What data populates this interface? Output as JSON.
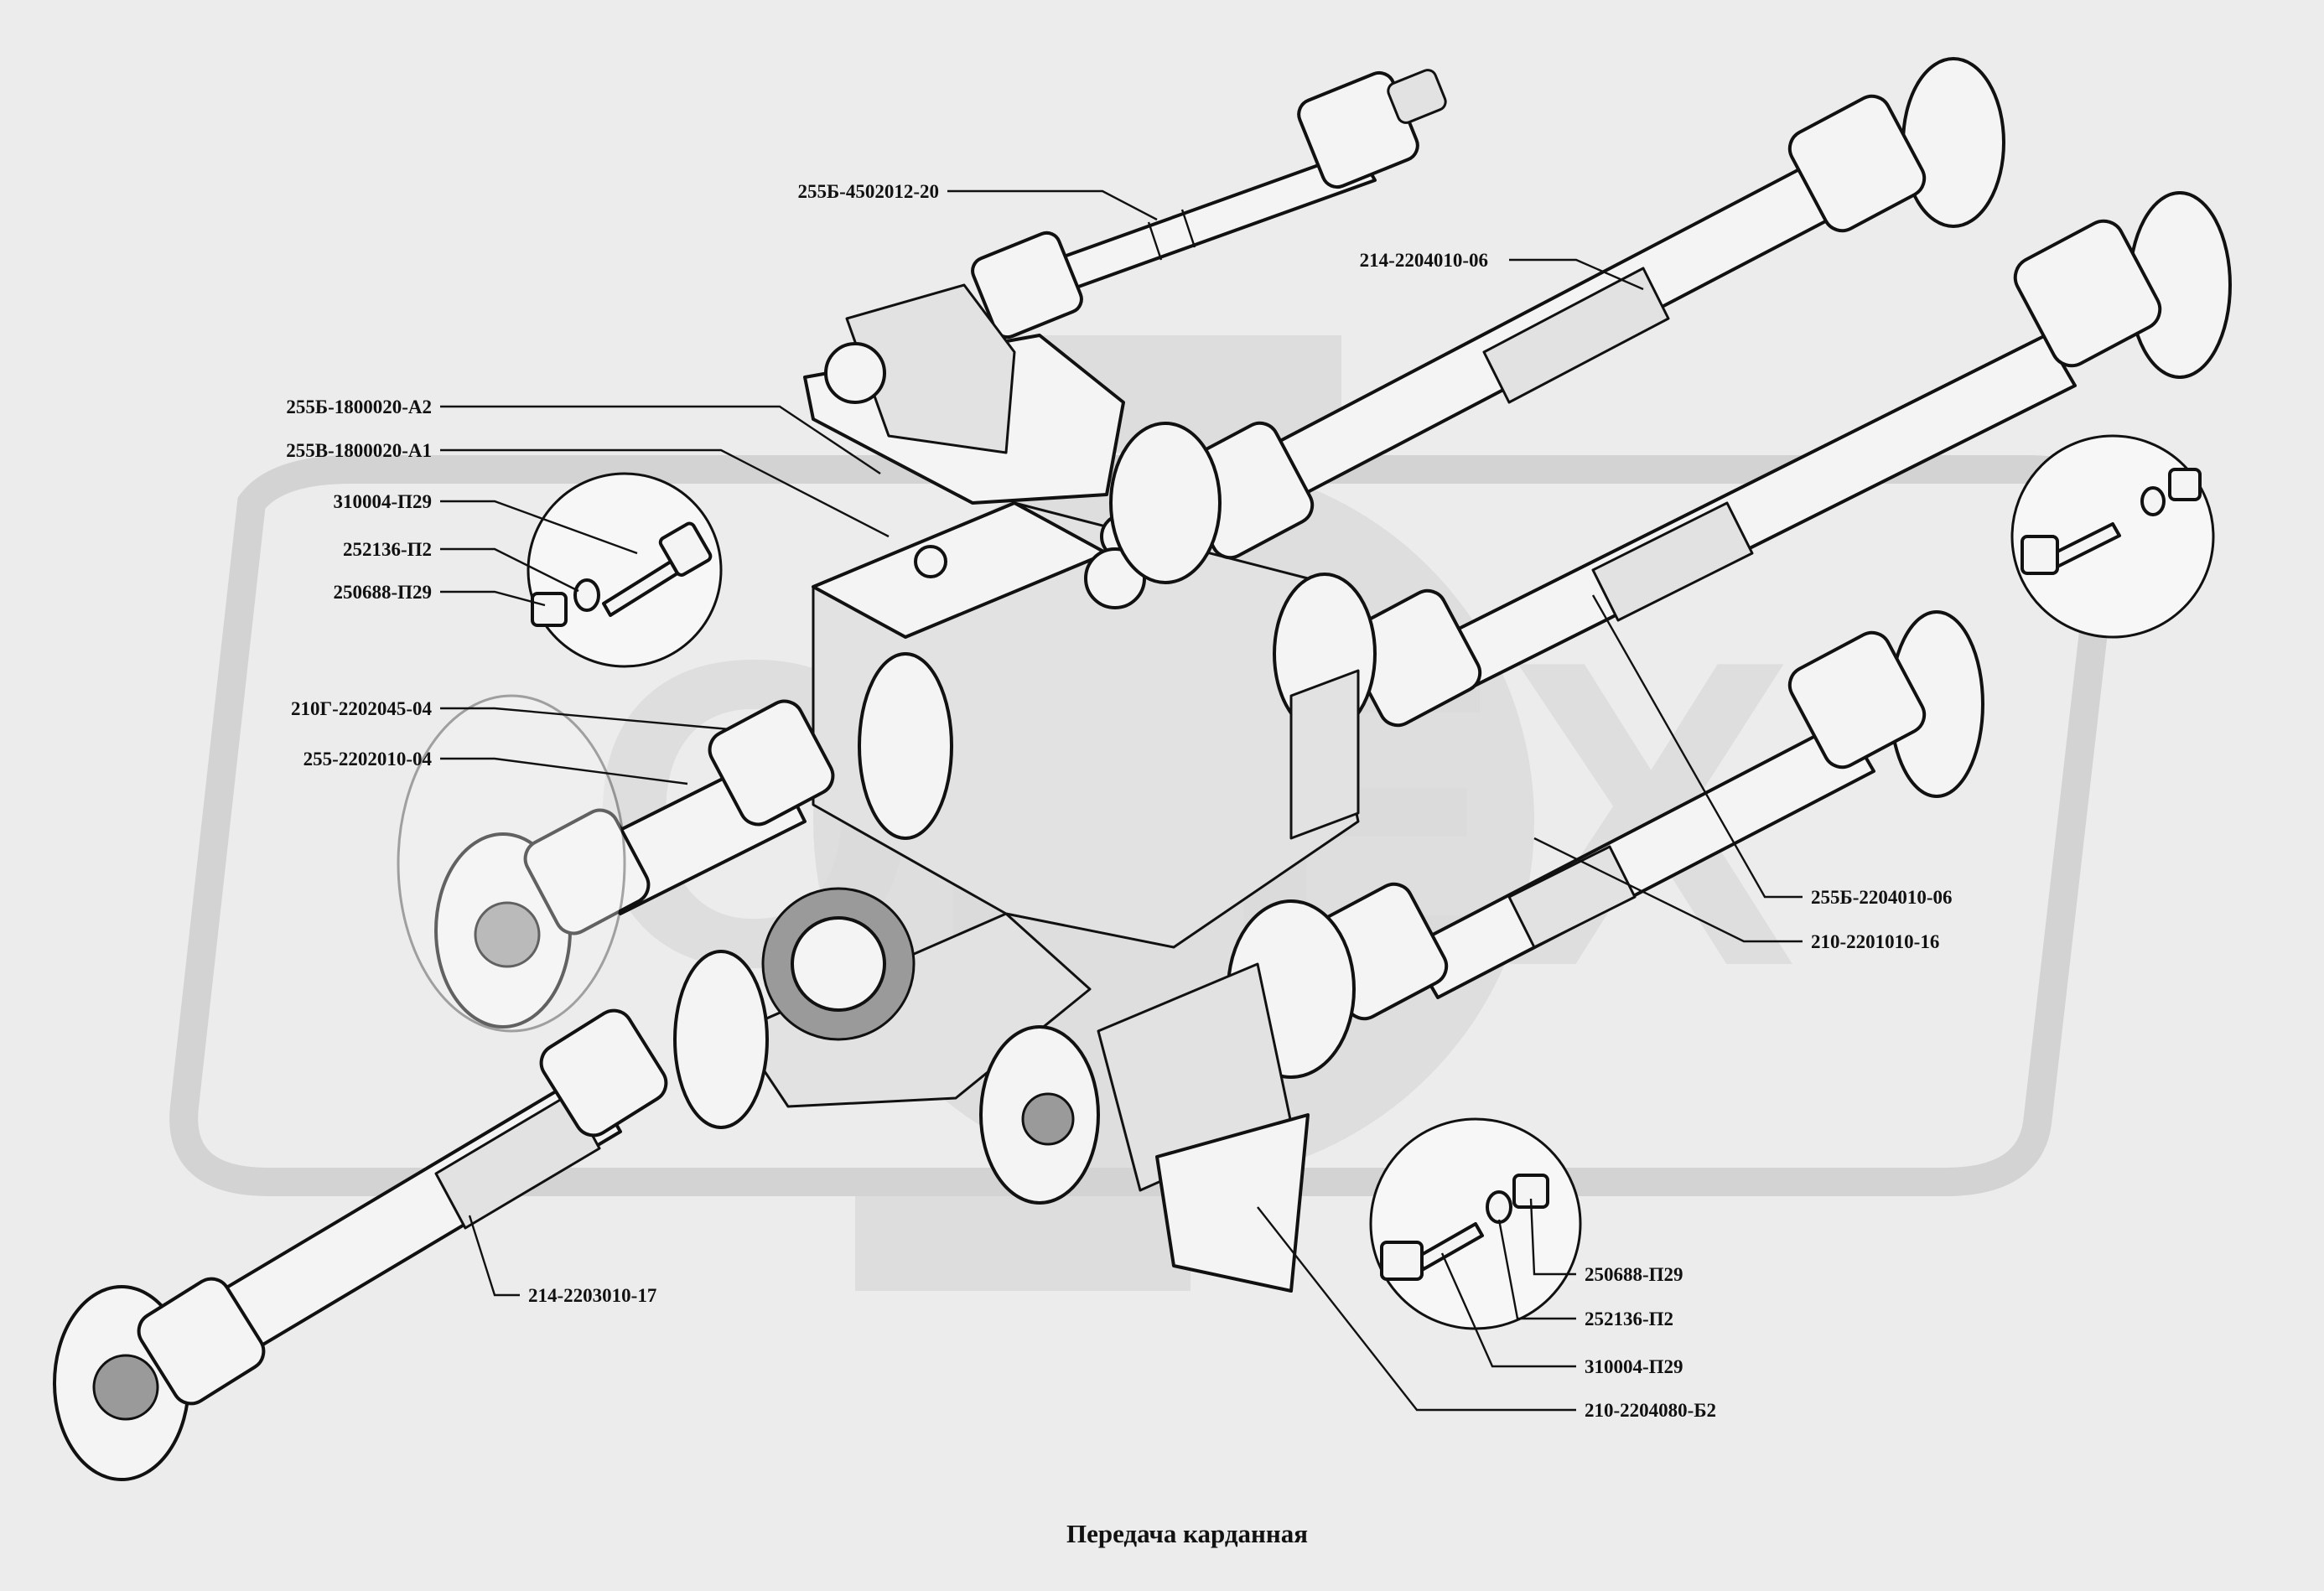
{
  "caption": "Передача карданная",
  "watermark": "OPEX",
  "colors": {
    "background": "#ececec",
    "ink": "#111111",
    "watermark": "#d3d3d3"
  },
  "labels": {
    "pto_shaft": "255Б-4502012-20",
    "shaft_upper_right": "214-2204010-06",
    "support_a2": "255Б-1800020-А2",
    "transfer_box": "255В-1800020-А1",
    "bolt_left": "310004-П29",
    "washer_left": "252136-П2",
    "nut_left": "250688-П29",
    "coupling": "210Г-2202045-04",
    "shaft_front": "255-2202010-04",
    "shaft_middle": "255Б-2204010-06",
    "shaft_short": "210-2201010-16",
    "shaft_lower": "214-2203010-17",
    "nut_right": "250688-П29",
    "washer_right": "252136-П2",
    "bolt_right": "310004-П29",
    "bearing_support": "210-2204080-Б2"
  }
}
